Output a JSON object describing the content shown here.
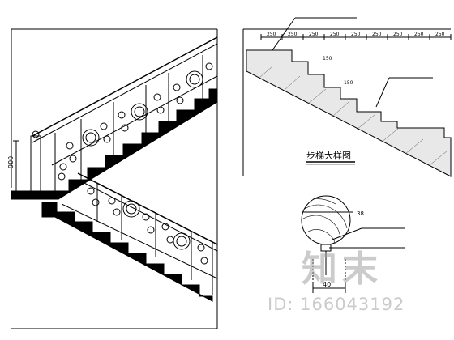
{
  "left_elevation": {
    "dimension_900": "900"
  },
  "step_detail": {
    "title": "步梯大样图",
    "dimensions": [
      "250",
      "250",
      "250",
      "250",
      "250",
      "250",
      "250",
      "250",
      "250"
    ],
    "riser_labels": [
      "150",
      "150"
    ],
    "callout_top": "",
    "callout_mid": ""
  },
  "handrail_section": {
    "dimension_38": "38",
    "dimension_40": "40",
    "callout_1": "",
    "callout_2": ""
  },
  "watermark": {
    "logo_text": "知末",
    "id_text": "ID: 166043192"
  }
}
